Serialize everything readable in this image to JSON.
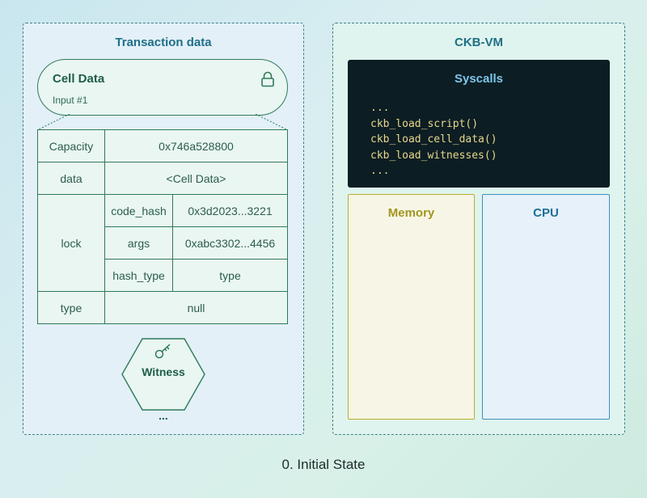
{
  "transaction": {
    "title": "Transaction data",
    "cell": {
      "title": "Cell Data",
      "subtitle": "Input #1",
      "icon": "lock-icon"
    },
    "table": {
      "capacity": {
        "label": "Capacity",
        "value": "0x746a528800"
      },
      "data": {
        "label": "data",
        "value": "<Cell Data>"
      },
      "lock": {
        "label": "lock",
        "code_hash": {
          "label": "code_hash",
          "value": "0x3d2023...3221"
        },
        "args": {
          "label": "args",
          "value": "0xabc3302...4456"
        },
        "hash_type": {
          "label": "hash_type",
          "value": "type"
        }
      },
      "type": {
        "label": "type",
        "value": "null"
      }
    },
    "witness": {
      "label": "Witness",
      "icon": "key-icon"
    },
    "ellipsis": "..."
  },
  "vm": {
    "title": "CKB-VM",
    "syscalls": {
      "title": "Syscalls",
      "lines": [
        "...",
        "ckb_load_script()",
        "ckb_load_cell_data()",
        "ckb_load_witnesses()",
        "..."
      ]
    },
    "memory": {
      "title": "Memory"
    },
    "cpu": {
      "title": "CPU"
    }
  },
  "caption": "0. Initial State",
  "colors": {
    "cell_stroke": "#2f7a5a",
    "syscalls_bg": "#0d1d24",
    "memory_accent": "#a39521",
    "cpu_accent": "#1f6f96"
  }
}
